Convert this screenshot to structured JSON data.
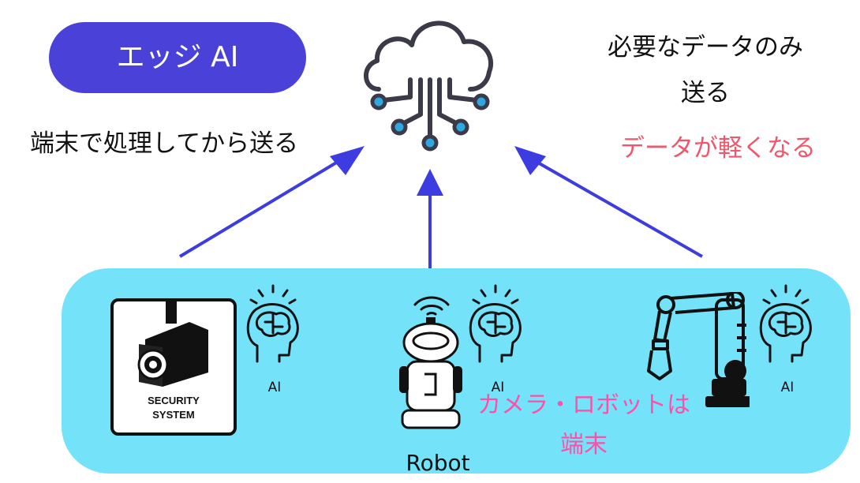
{
  "badge": {
    "label": "エッジ AI"
  },
  "notes": {
    "left": "端末で処理してから送る",
    "right_line1": "必要なデータのみ",
    "right_line2": "送る",
    "benefit": "データが軽くなる"
  },
  "devices": {
    "security_camera": {
      "line1": "SECURITY",
      "line2": "SYSTEM"
    },
    "robot": {
      "label": "Robot"
    },
    "ai_label": "AI"
  },
  "caption": {
    "line1": "カメラ・ロボットは",
    "line2": "端末"
  },
  "colors": {
    "accent": "#4a42d8",
    "arrow": "#3c3ce0",
    "band": "#74e3fa",
    "benefit_text": "#f2566a",
    "caption_text": "#ff4fa6",
    "cloud_node": "#2fa7e0"
  },
  "icons": [
    "cloud-circuit-icon",
    "security-camera-icon",
    "robot-icon",
    "robot-arm-icon",
    "ai-head-icon"
  ]
}
